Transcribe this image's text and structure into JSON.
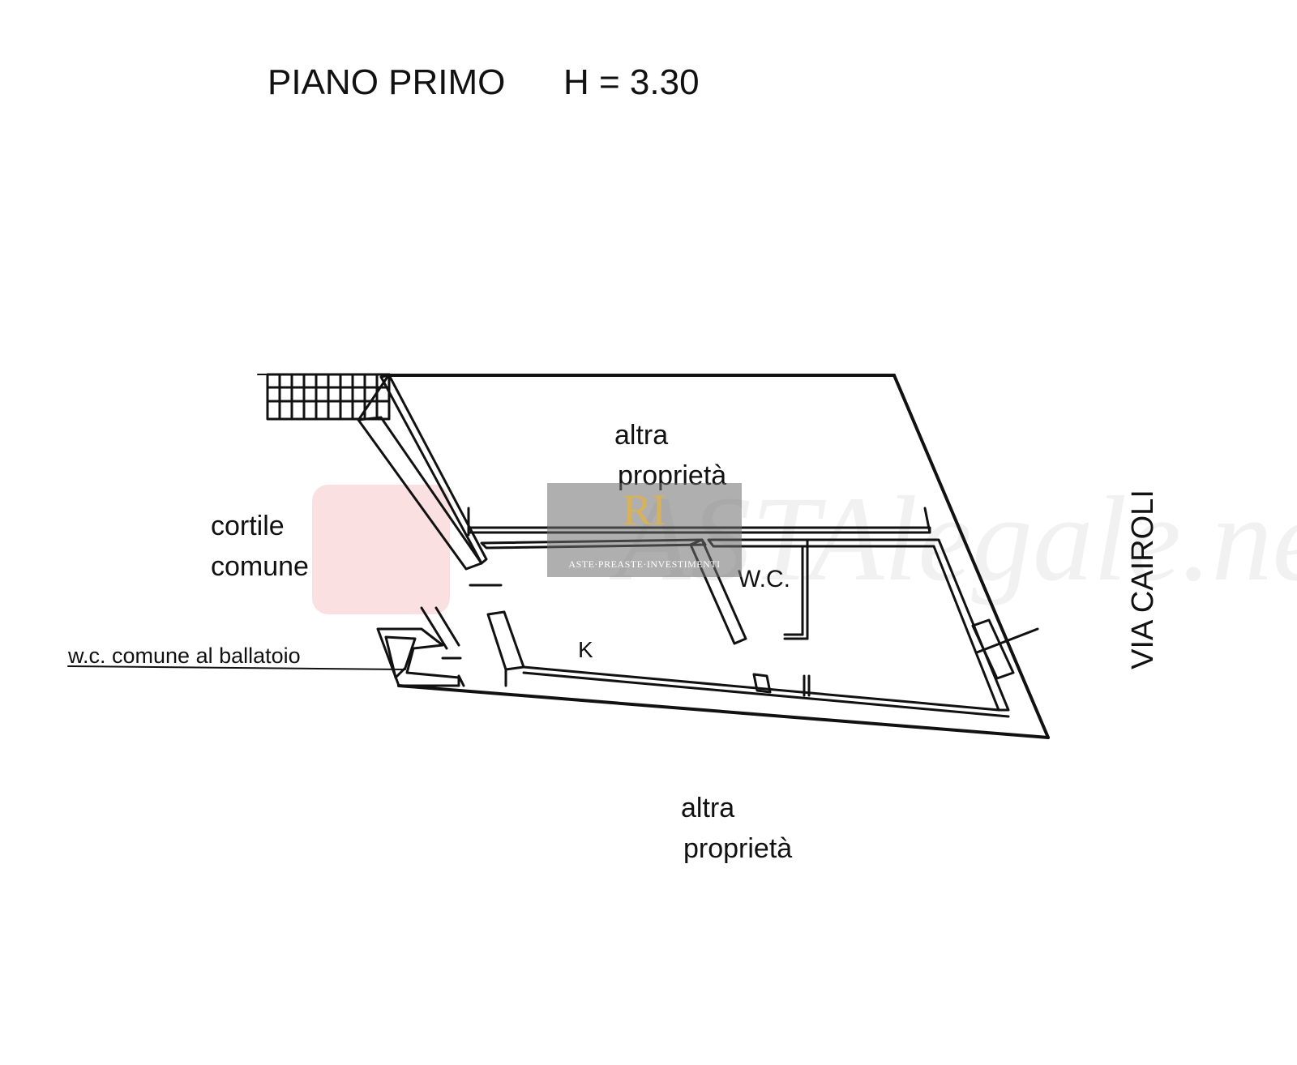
{
  "plan": {
    "title": "PIANO PRIMO",
    "height_label": "H = 3.30",
    "top_neighbor_line1": "altra",
    "top_neighbor_line2": "proprietà",
    "courtyard_line1": "cortile",
    "courtyard_line2": "comune",
    "wc_label": "W.C.",
    "kitchen_label": "K",
    "common_wc_label": "w.c. comune al ballatoio",
    "bottom_neighbor_line1": "altra",
    "bottom_neighbor_line2": "proprietà",
    "street_label": "VIA CAIROLI"
  },
  "watermark": {
    "site": "ASTAlegale.net",
    "logo_letters": "RI",
    "logo_caption": "ASTE·PREASTE·INVESTIMENTI",
    "logo_color": "#d8b25a"
  }
}
